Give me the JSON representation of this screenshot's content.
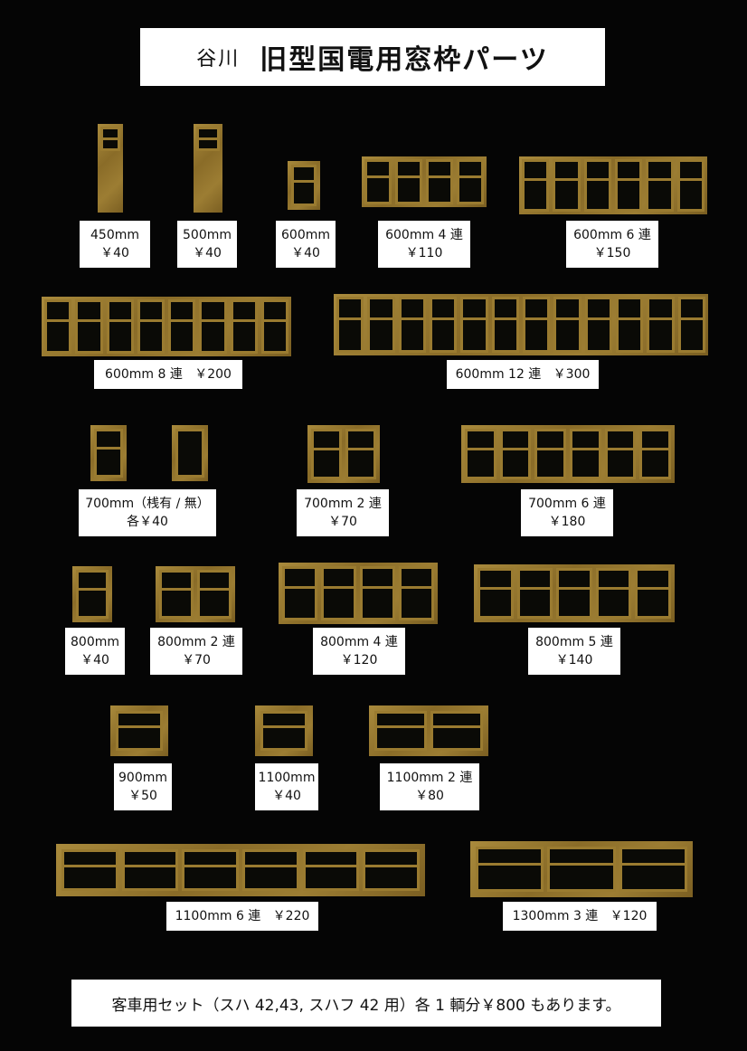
{
  "title": {
    "maker": "谷川",
    "main": "旧型国電用窓枠パーツ"
  },
  "items": [
    {
      "id": "450",
      "size": "450mm",
      "price": "￥40"
    },
    {
      "id": "500",
      "size": "500mm",
      "price": "￥40"
    },
    {
      "id": "600",
      "size": "600mm",
      "price": "￥40"
    },
    {
      "id": "600x4",
      "size": "600mm 4 連",
      "price": "￥110"
    },
    {
      "id": "600x6",
      "size": "600mm 6 連",
      "price": "￥150"
    },
    {
      "id": "600x8",
      "size": "600mm 8 連",
      "price": "￥200"
    },
    {
      "id": "600x12",
      "size": "600mm 12 連",
      "price": "￥300"
    },
    {
      "id": "700",
      "size": "700mm（桟有 / 無）",
      "price": "各￥40"
    },
    {
      "id": "700x2",
      "size": "700mm 2 連",
      "price": "￥70"
    },
    {
      "id": "700x6",
      "size": "700mm 6 連",
      "price": "￥180"
    },
    {
      "id": "800",
      "size": "800mm",
      "price": "￥40"
    },
    {
      "id": "800x2",
      "size": "800mm 2 連",
      "price": "￥70"
    },
    {
      "id": "800x4",
      "size": "800mm 4 連",
      "price": "￥120"
    },
    {
      "id": "800x5",
      "size": "800mm 5 連",
      "price": "￥140"
    },
    {
      "id": "900",
      "size": "900mm",
      "price": "￥50"
    },
    {
      "id": "1100",
      "size": "1100mm",
      "price": "￥40"
    },
    {
      "id": "1100x2",
      "size": "1100mm 2 連",
      "price": "￥80"
    },
    {
      "id": "1100x6",
      "size": "1100mm 6 連",
      "price": "￥220"
    },
    {
      "id": "1300x3",
      "size": "1300mm 3 連",
      "price": "￥120"
    }
  ],
  "footer": "客車用セット（スハ 42,43, スハフ 42 用）各 1 輌分￥800 もあります。"
}
